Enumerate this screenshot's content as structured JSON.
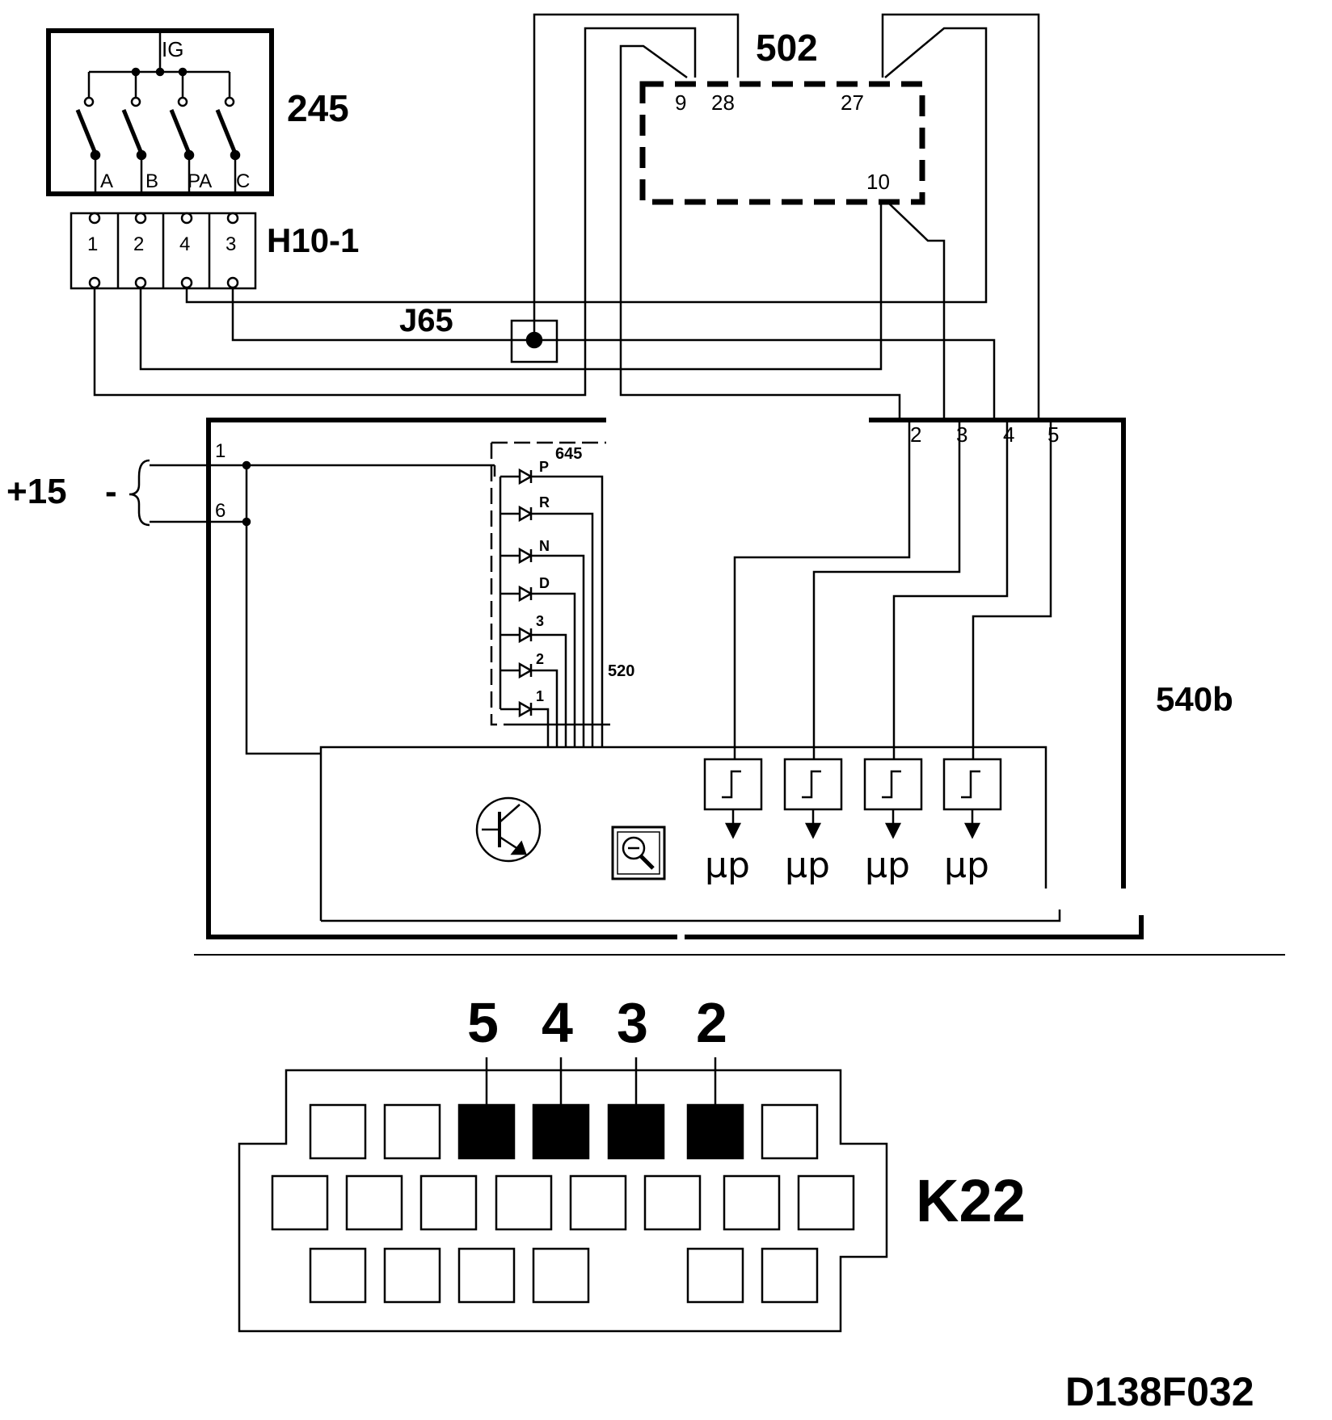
{
  "diagram_id": "D138F032",
  "components": {
    "ignition_switch": {
      "number": "245",
      "supply_label": "IG",
      "contacts": [
        "A",
        "B",
        "PA",
        "C"
      ]
    },
    "connector_h10": {
      "name": "H10-1",
      "pins": [
        "1",
        "2",
        "4",
        "3"
      ]
    },
    "junction": {
      "name": "J65"
    },
    "module_502": {
      "number": "502",
      "pins": [
        "9",
        "28",
        "27",
        "10"
      ]
    },
    "module_540b": {
      "number": "540b",
      "supply_label": "+15",
      "supply_pins": [
        "1",
        "6"
      ],
      "input_pins": [
        "2",
        "3",
        "4",
        "5"
      ],
      "gear_display": {
        "number": "645",
        "gears": [
          "P",
          "R",
          "N",
          "D",
          "3",
          "2",
          "1"
        ],
        "bus_label": "520"
      },
      "mcu_label": "μp"
    },
    "connector_k22": {
      "name": "K22",
      "highlighted_pins": [
        "5",
        "4",
        "3",
        "2"
      ]
    }
  },
  "colors": {
    "line": "#000000",
    "background": "#ffffff"
  }
}
